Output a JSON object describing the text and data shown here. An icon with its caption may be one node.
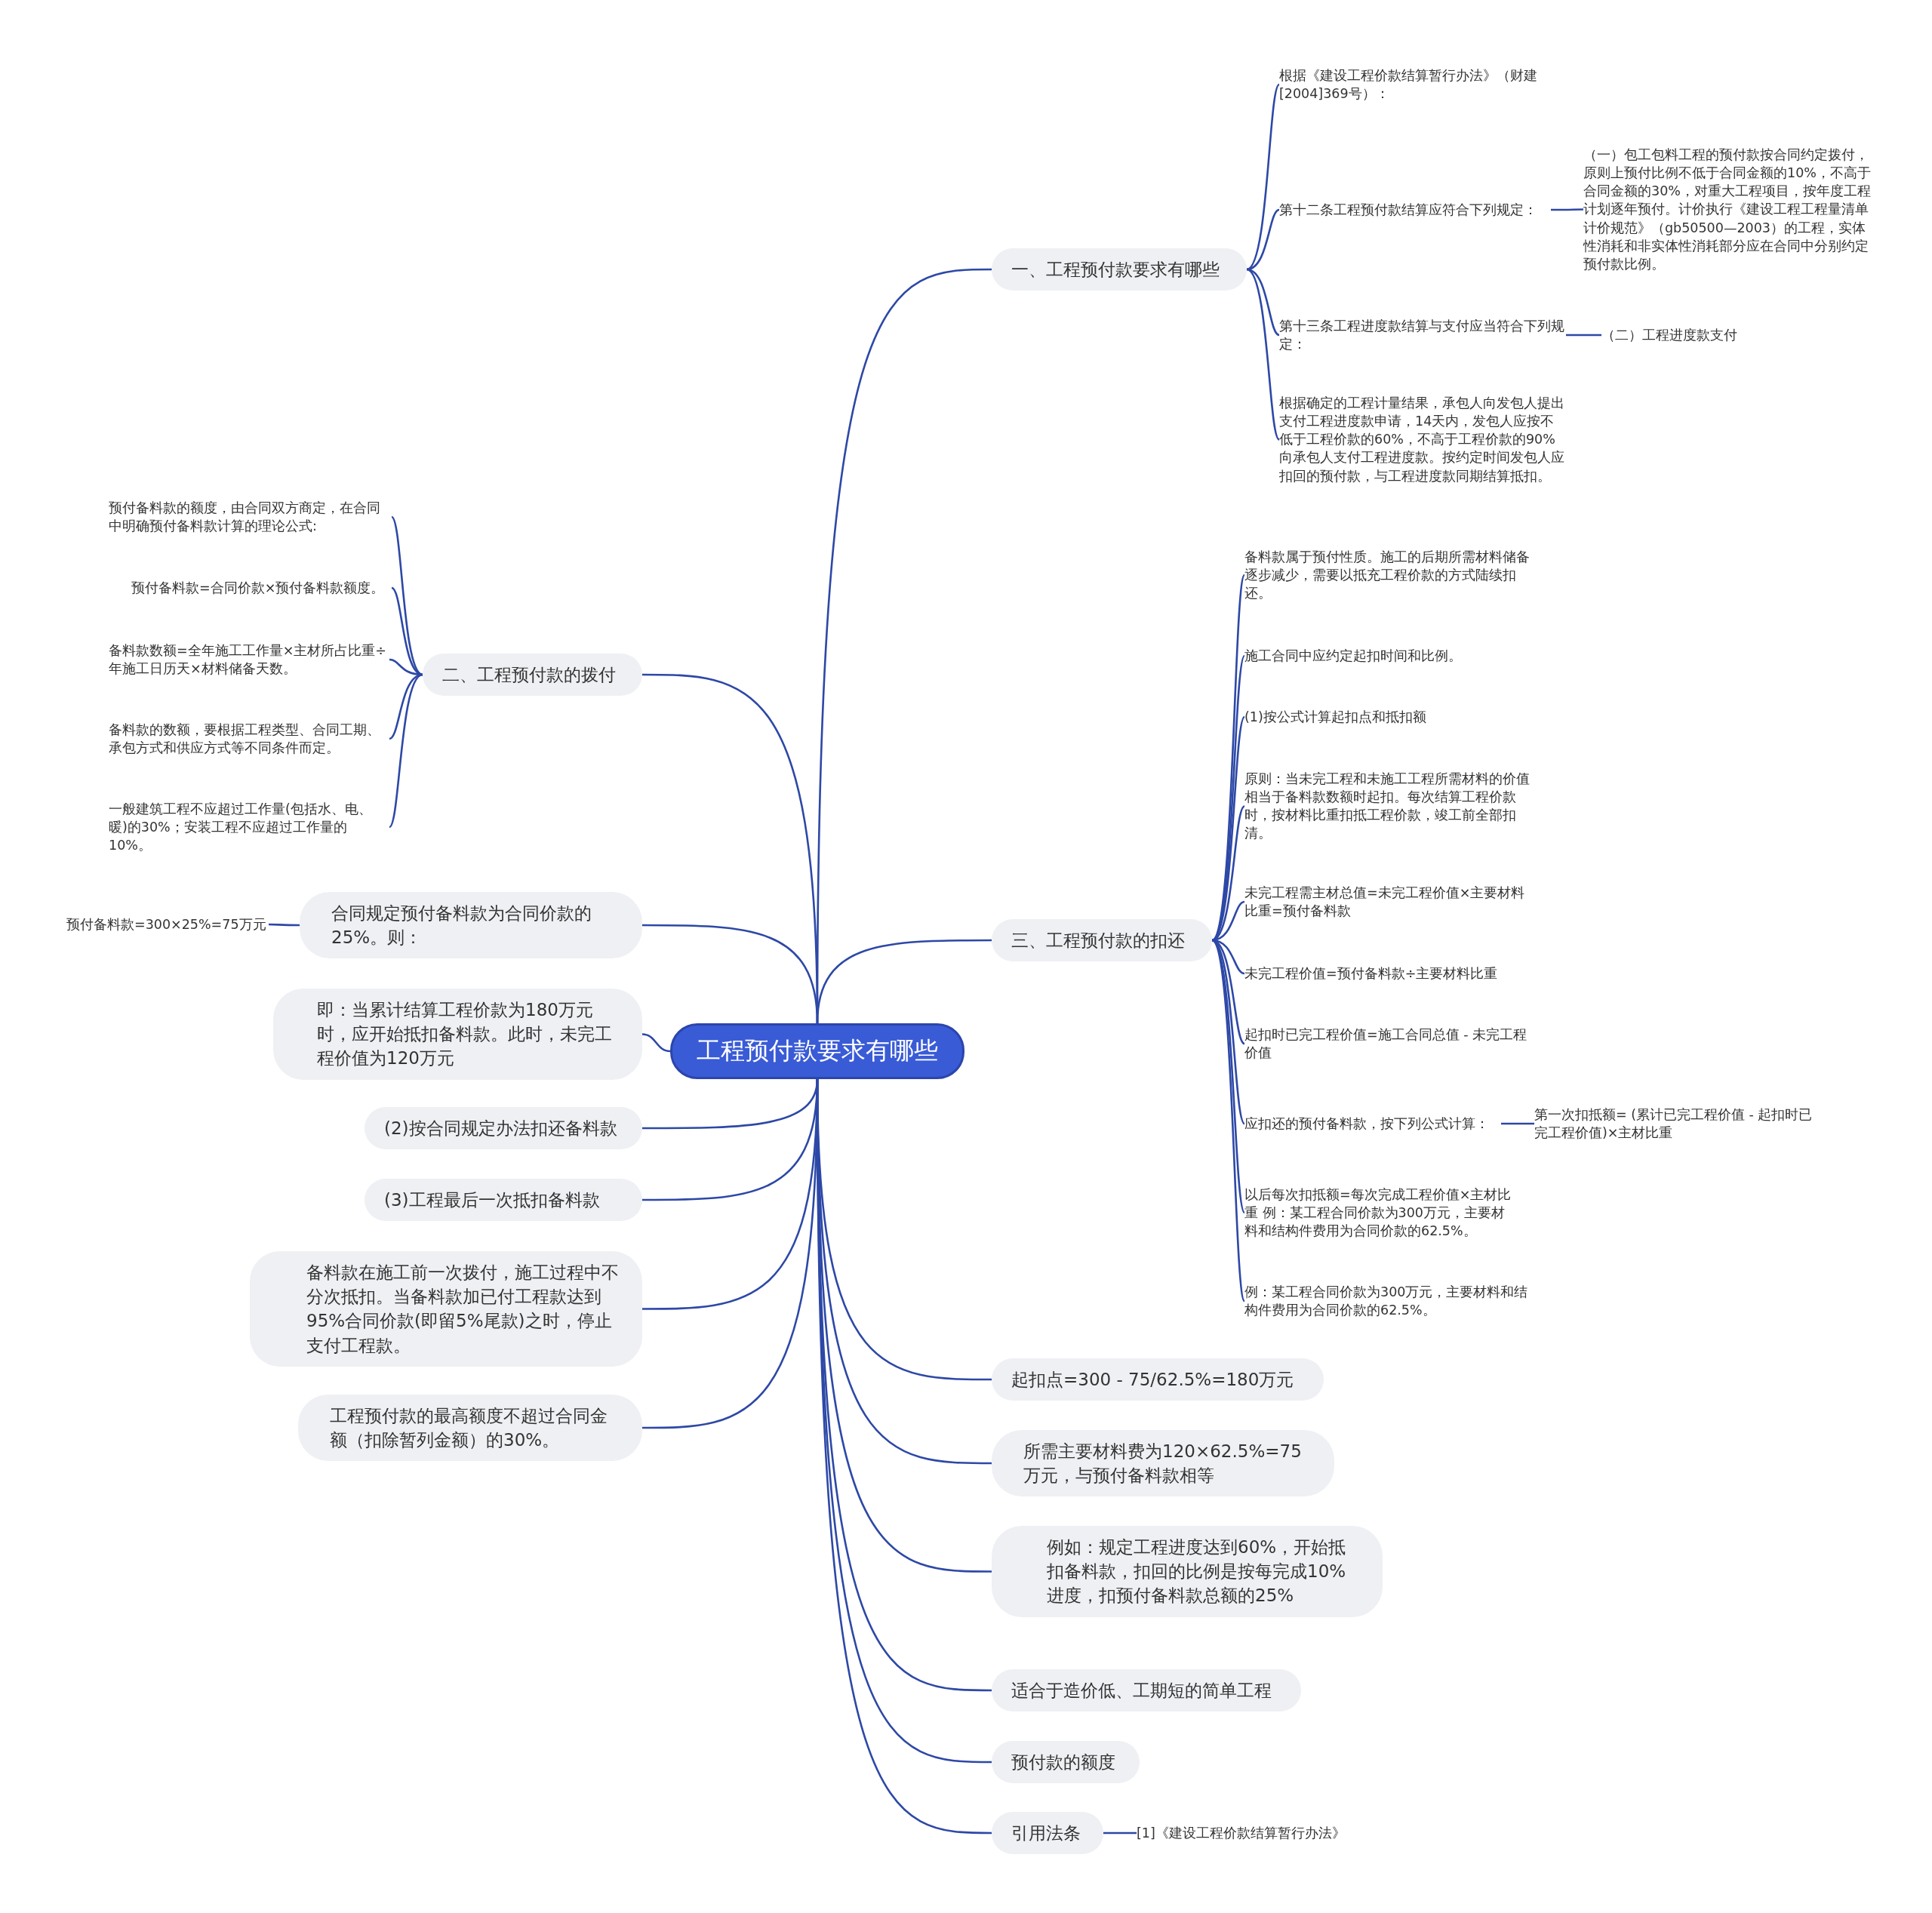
{
  "diagram": {
    "nodes": [
      {
        "text": [
          "工程预付款要求有哪些"
        ]
      },
      {
        "text": [
          "一、工程预付款要求有哪些"
        ]
      },
      {
        "text": [
          "根据《建设工程价款结算暂行办法》（财建[2004]369号）："
        ]
      },
      {
        "text": [
          "第十二条工程预付款结算应符合下列规定："
        ]
      },
      {
        "text": [
          "（一）包工包料工程的预付款按合同约定拨付，原则上预付比例不低于合同金额的10%，不高于合同金额的30%，对重大工程项目，按年度工程计划逐年预付。计价执行《建设工程工程量清单计价规范》（gb50500—2003）的工程，实体性消耗和非实体性消耗部分应在合同中分别约定预付款比例。"
        ]
      },
      {
        "text": [
          "第十三条工程进度款结算与支付应当符合下列规定："
        ]
      },
      {
        "text": [
          "（二）工程进度款支付"
        ]
      },
      {
        "text": [
          "根据确定的工程计量结果，承包人向发包人提出支付工程进度款申请，14天内，发包人应按不低于工程价款的60%，不高于工程价款的90%向承包人支付工程进度款。按约定时间发包人应扣回的预付款，与工程进度款同期结算抵扣。"
        ]
      },
      {
        "text": [
          "二、工程预付款的拨付"
        ]
      },
      {
        "text": [
          "预付备料款的额度，由合同双方商定，在合同中明确预付备料款计算的理论公式:"
        ]
      },
      {
        "text": [
          "预付备料款=合同价款×预付备料款额度。"
        ]
      },
      {
        "text": [
          "备料款数额=全年施工工作量×主材所占比重÷年施工日历天×材料储备天数。"
        ]
      },
      {
        "text": [
          "备料款的数额，要根据工程类型、合同工期、承包方式和供应方式等不同条件而定。"
        ]
      },
      {
        "text": [
          "一般建筑工程不应超过工作量(包括水、电、暖)的30%；安装工程不应超过工作量的10%。"
        ]
      },
      {
        "text": [
          "合同规定预付备料款为合同价款的25%。则："
        ]
      },
      {
        "text": [
          "预付备料款=300×25%=75万元"
        ]
      },
      {
        "text": [
          "即：当累计结算工程价款为180万元时，应开始抵扣备料款。此时，未完工程价值为120万元"
        ]
      },
      {
        "text": [
          "(2)按合同规定办法扣还备料款"
        ]
      },
      {
        "text": [
          "(3)工程最后一次抵扣备料款"
        ]
      },
      {
        "text": [
          "备料款在施工前一次拨付，施工过程中不分次抵扣。当备料款加已付工程款达到95%合同价款(即留5%尾款)之时，停止支付工程款。"
        ]
      },
      {
        "text": [
          "工程预付款的最高额度不超过合同金额（扣除暂列金额）的30%。"
        ]
      },
      {
        "text": [
          "三、工程预付款的扣还"
        ]
      },
      {
        "text": [
          "备料款属于预付性质。施工的后期所需材料储备逐步减少，需要以抵充工程价款的方式陆续扣还。"
        ]
      },
      {
        "text": [
          "施工合同中应约定起扣时间和比例。"
        ]
      },
      {
        "text": [
          "(1)按公式计算起扣点和抵扣额"
        ]
      },
      {
        "text": [
          "原则：当未完工程和未施工工程所需材料的价值相当于备料款数额时起扣。每次结算工程价款时，按材料比重扣抵工程价款，竣工前全部扣清。"
        ]
      },
      {
        "text": [
          "未完工程需主材总值=未完工程价值×主要材料比重=预付备料款"
        ]
      },
      {
        "text": [
          "未完工程价值=预付备料款÷主要材料比重"
        ]
      },
      {
        "text": [
          "起扣时已完工程价值=施工合同总值 - 未完工程价值"
        ]
      },
      {
        "text": [
          "应扣还的预付备料款，按下列公式计算："
        ]
      },
      {
        "text": [
          "第一次扣抵额= (累计已完工程价值 - 起扣时已完工程价值)×主材比重"
        ]
      },
      {
        "text": [
          "以后每次扣抵额=每次完成工程价值×主材比重 例：某工程合同价款为300万元，主要材料和结构件费用为合同价款的62.5%。"
        ]
      },
      {
        "text": [
          "例：某工程合同价款为300万元，主要材料和结构件费用为合同价款的62.5%。"
        ]
      },
      {
        "text": [
          "起扣点=300 - 75/62.5%=180万元"
        ]
      },
      {
        "text": [
          "所需主要材料费为120×62.5%=75万元，与预付备料款相等"
        ]
      },
      {
        "text": [
          "例如：规定工程进度达到60%，开始抵扣备料款，扣回的比例是按每完成10%进度，扣预付备料款总额的25%"
        ]
      },
      {
        "text": [
          "适合于造价低、工期短的简单工程"
        ]
      },
      {
        "text": [
          "预付款的额度"
        ]
      },
      {
        "text": [
          "引用法条"
        ]
      },
      {
        "text": [
          "[1]《建设工程价款结算暂行办法》"
        ]
      }
    ],
    "edges": [
      {
        "from": 0,
        "to": 1,
        "arrow": "none"
      },
      {
        "from": 1,
        "to": 2,
        "arrow": "none"
      },
      {
        "from": 1,
        "to": 3,
        "arrow": "none"
      },
      {
        "from": 3,
        "to": 4,
        "arrow": "none"
      },
      {
        "from": 1,
        "to": 5,
        "arrow": "none"
      },
      {
        "from": 5,
        "to": 6,
        "arrow": "none"
      },
      {
        "from": 1,
        "to": 7,
        "arrow": "none"
      },
      {
        "from": 0,
        "to": 8,
        "arrow": "none"
      },
      {
        "from": 8,
        "to": 9,
        "arrow": "none"
      },
      {
        "from": 8,
        "to": 10,
        "arrow": "none"
      },
      {
        "from": 8,
        "to": 11,
        "arrow": "none"
      },
      {
        "from": 8,
        "to": 12,
        "arrow": "none"
      },
      {
        "from": 8,
        "to": 13,
        "arrow": "none"
      },
      {
        "from": 0,
        "to": 14,
        "arrow": "none"
      },
      {
        "from": 14,
        "to": 15,
        "arrow": "none"
      },
      {
        "from": 0,
        "to": 16,
        "arrow": "none"
      },
      {
        "from": 0,
        "to": 17,
        "arrow": "none"
      },
      {
        "from": 0,
        "to": 18,
        "arrow": "none"
      },
      {
        "from": 0,
        "to": 19,
        "arrow": "none"
      },
      {
        "from": 0,
        "to": 20,
        "arrow": "none"
      },
      {
        "from": 0,
        "to": 21,
        "arrow": "none"
      },
      {
        "from": 21,
        "to": 22,
        "arrow": "none"
      },
      {
        "from": 21,
        "to": 23,
        "arrow": "none"
      },
      {
        "from": 21,
        "to": 24,
        "arrow": "none"
      },
      {
        "from": 21,
        "to": 25,
        "arrow": "none"
      },
      {
        "from": 21,
        "to": 26,
        "arrow": "none"
      },
      {
        "from": 21,
        "to": 27,
        "arrow": "none"
      },
      {
        "from": 21,
        "to": 28,
        "arrow": "none"
      },
      {
        "from": 21,
        "to": 29,
        "arrow": "none"
      },
      {
        "from": 29,
        "to": 30,
        "arrow": "none"
      },
      {
        "from": 21,
        "to": 31,
        "arrow": "none"
      },
      {
        "from": 21,
        "to": 32,
        "arrow": "none"
      },
      {
        "from": 0,
        "to": 33,
        "arrow": "none"
      },
      {
        "from": 0,
        "to": 34,
        "arrow": "none"
      },
      {
        "from": 0,
        "to": 35,
        "arrow": "none"
      },
      {
        "from": 0,
        "to": 36,
        "arrow": "none"
      },
      {
        "from": 0,
        "to": 37,
        "arrow": "none"
      },
      {
        "from": 0,
        "to": 38,
        "arrow": "none"
      },
      {
        "from": 38,
        "to": 39,
        "arrow": "none"
      }
    ]
  }
}
